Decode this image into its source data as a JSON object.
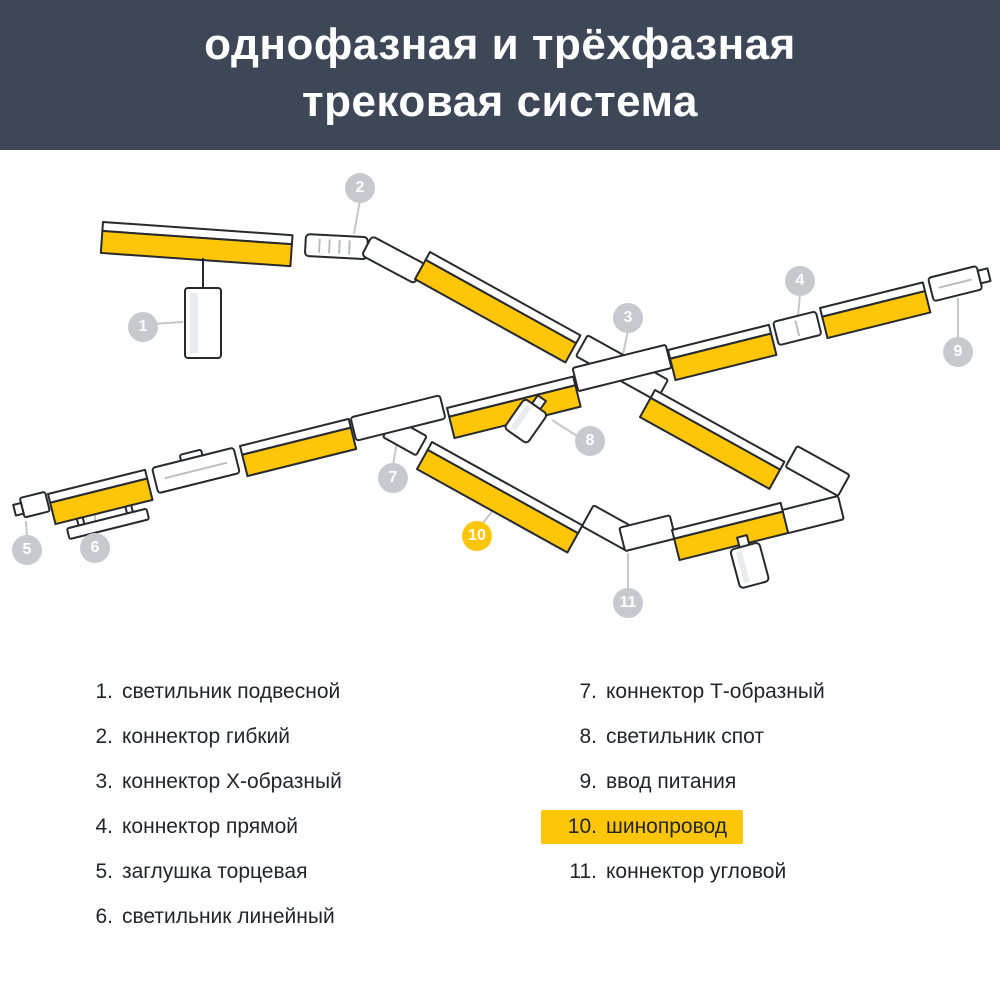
{
  "header": {
    "title_line1": "однофазная и трёхфазная",
    "title_line2": "трековая система"
  },
  "colors": {
    "header_bg": "#3e4757",
    "accent": "#ffc608",
    "badge_gray": "#c6c9ce",
    "text": "#22252b",
    "outline": "#26292e",
    "leader": "#c4c8cd"
  },
  "badges": [
    {
      "number": "1"
    },
    {
      "number": "2"
    },
    {
      "number": "3"
    },
    {
      "number": "4"
    },
    {
      "number": "5"
    },
    {
      "number": "6"
    },
    {
      "number": "7"
    },
    {
      "number": "8"
    },
    {
      "number": "9"
    },
    {
      "number": "10"
    },
    {
      "number": "11"
    }
  ],
  "legend": {
    "left": [
      {
        "number": "1.",
        "label": "светильник подвесной"
      },
      {
        "number": "2.",
        "label": "коннектор гибкий"
      },
      {
        "number": "3.",
        "label": "коннектор Х-образный"
      },
      {
        "number": "4.",
        "label": "коннектор прямой"
      },
      {
        "number": "5.",
        "label": "заглушка торцевая"
      },
      {
        "number": "6.",
        "label": "светильник линейный"
      }
    ],
    "right": [
      {
        "number": "7.",
        "label": "коннектор Т-образный"
      },
      {
        "number": "8.",
        "label": "светильник спот"
      },
      {
        "number": "9.",
        "label": "ввод питания"
      },
      {
        "number": "10.",
        "label": "шинопровод",
        "highlight": true
      },
      {
        "number": "11.",
        "label": "коннектор угловой"
      }
    ]
  }
}
